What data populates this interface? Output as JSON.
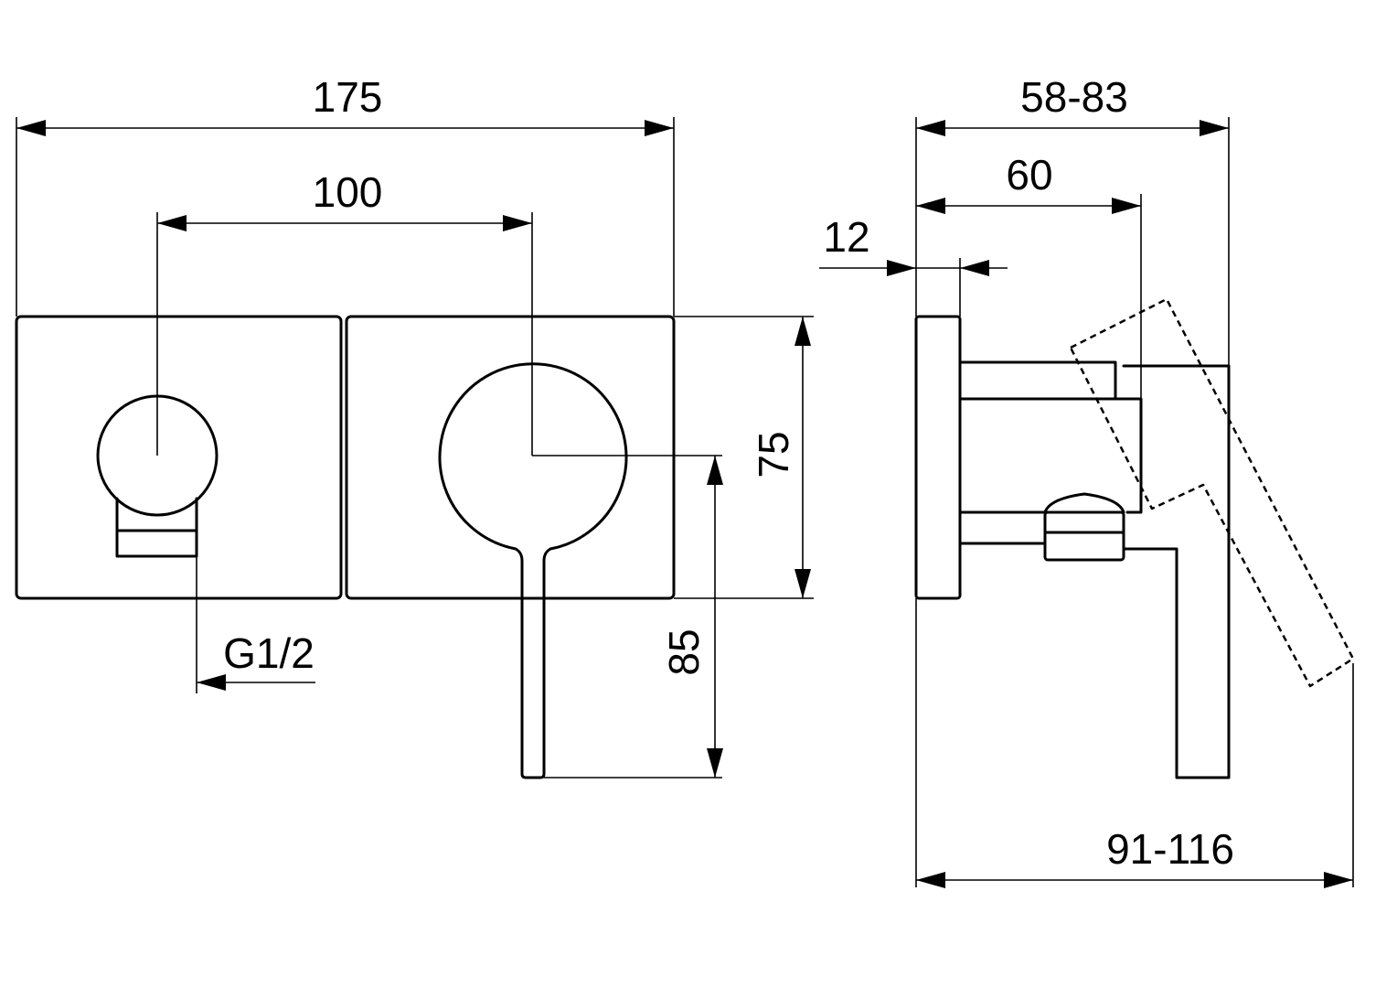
{
  "front_view": {
    "width_total": "175",
    "center_distance": "100",
    "plate_height": "75",
    "lever_length": "85",
    "connection_thread": "G1/2"
  },
  "side_view": {
    "depth_range": "58-83",
    "body_depth": "60",
    "plate_thickness": "12",
    "lever_reach_range": "91-116"
  },
  "colors": {
    "line": "#000000",
    "background": "#ffffff"
  }
}
